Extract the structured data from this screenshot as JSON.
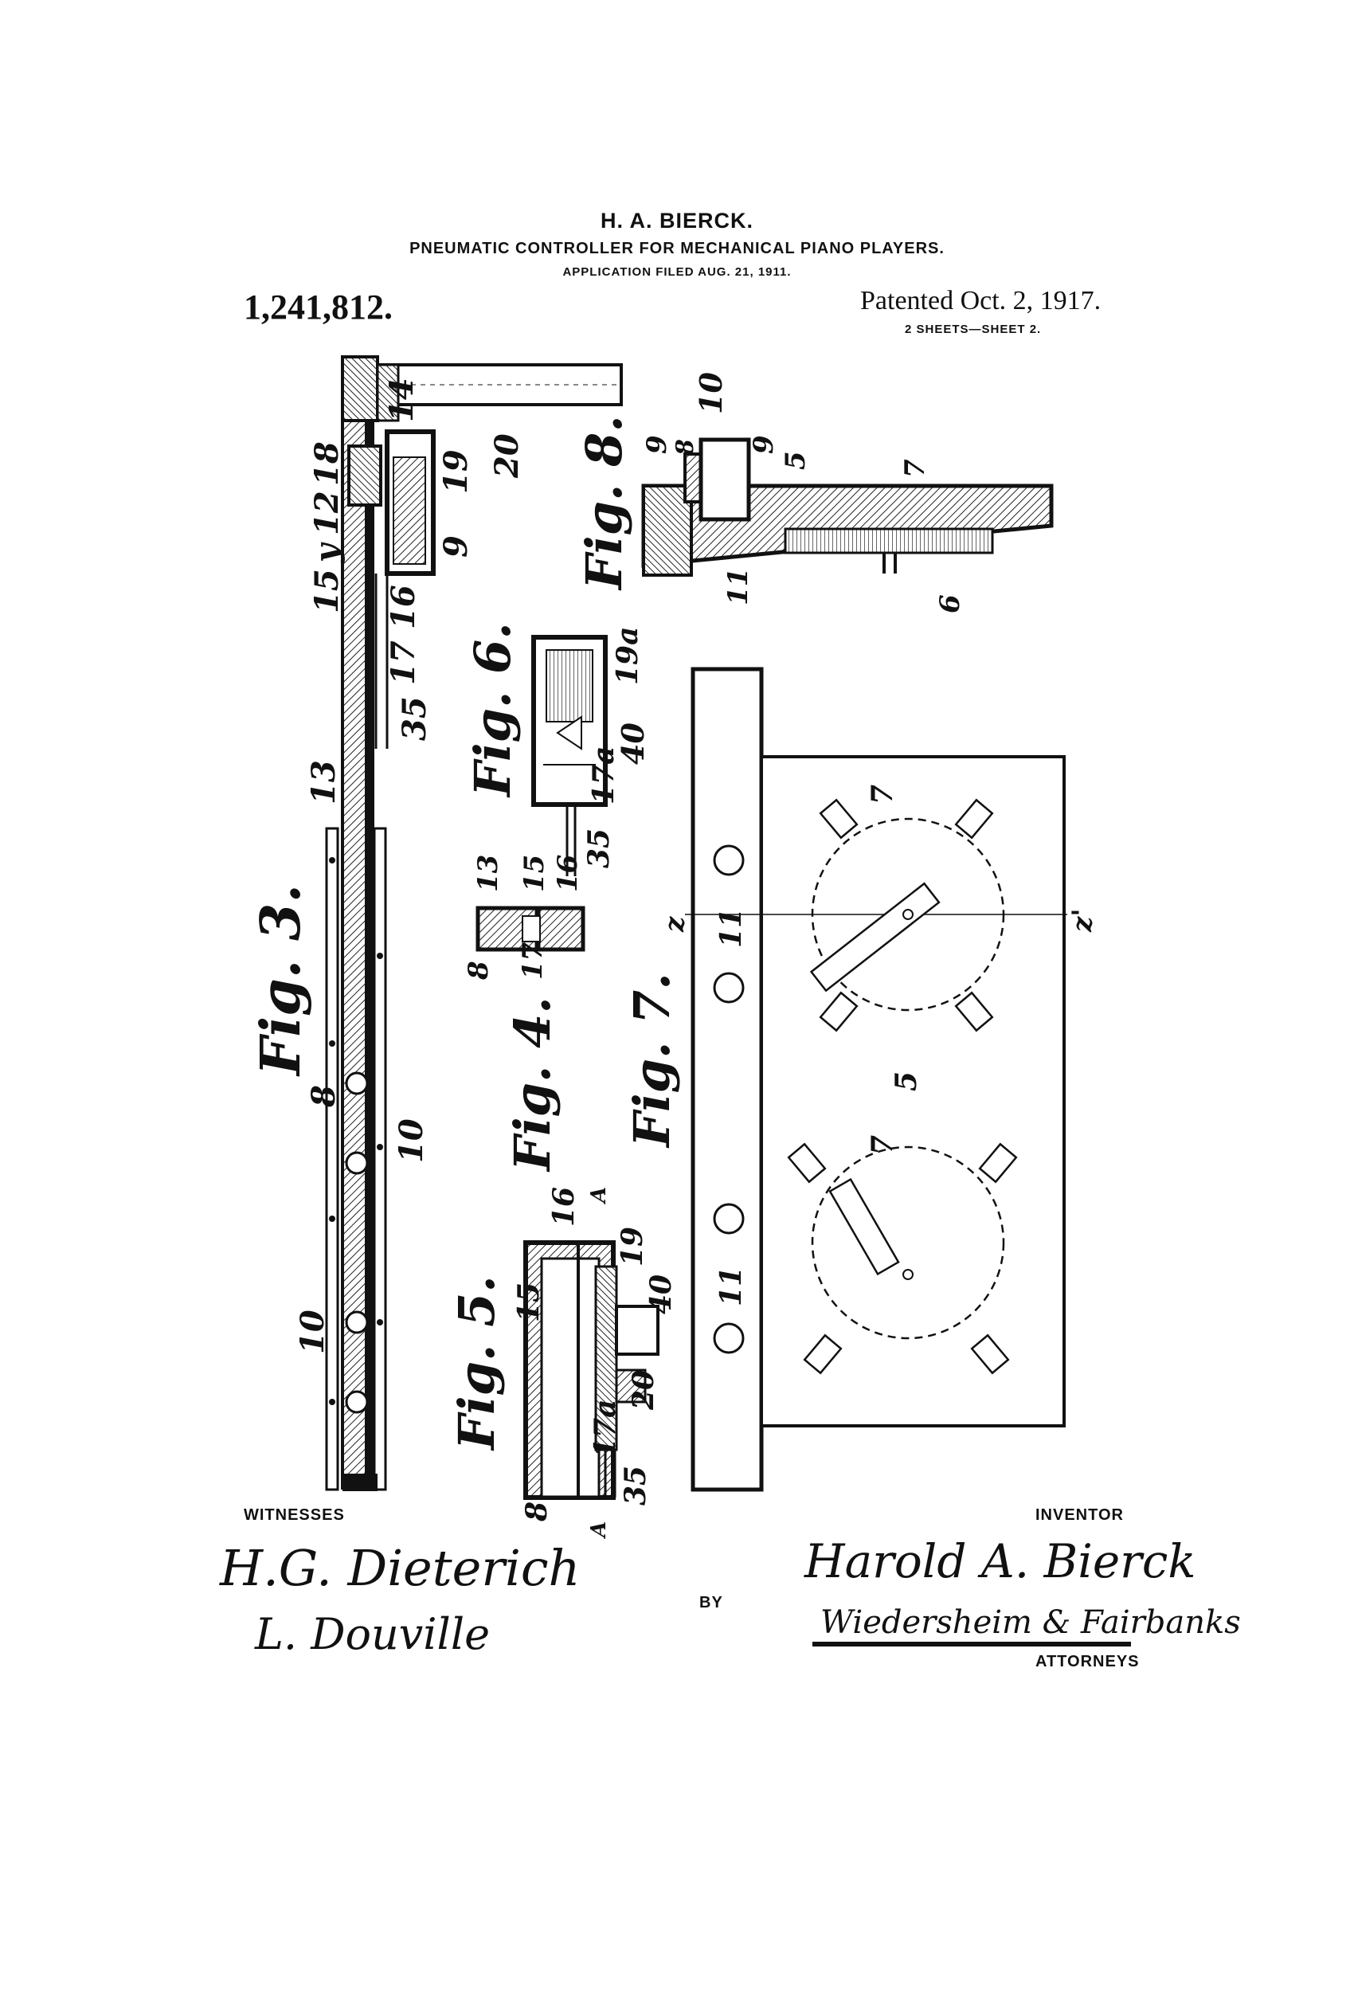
{
  "header": {
    "inventor_name": "H. A. BIERCK.",
    "title": "PNEUMATIC CONTROLLER FOR MECHANICAL PIANO PLAYERS.",
    "application": "APPLICATION FILED AUG. 21, 1911.",
    "patent_number": "1,241,812.",
    "patented": "Patented Oct. 2, 1917.",
    "sheets": "2 SHEETS—SHEET 2."
  },
  "figures": {
    "fig3": "Fig. 3.",
    "fig4": "Fig. 4.",
    "fig5": "Fig. 5.",
    "fig6": "Fig. 6.",
    "fig7": "Fig. 7.",
    "fig8": "Fig. 8."
  },
  "refs": {
    "fig3": [
      "14",
      "18",
      "12",
      "y",
      "15",
      "20",
      "19",
      "9",
      "16",
      "17",
      "35",
      "13",
      "8",
      "10",
      "10"
    ],
    "fig4": [
      "13",
      "15",
      "16",
      "8",
      "17"
    ],
    "fig5": [
      "16",
      "A",
      "15",
      "19",
      "40",
      "8",
      "20",
      "17a",
      "35",
      "A"
    ],
    "fig6": [
      "19a",
      "40",
      "35",
      "17a"
    ],
    "fig7": [
      "z",
      "z'",
      "11",
      "11",
      "7",
      "7",
      "5"
    ],
    "fig8": [
      "10",
      "8",
      "9",
      "9",
      "5",
      "7",
      "11",
      "6"
    ]
  },
  "footer": {
    "witnesses_label": "WITNESSES",
    "witness1": "H.G. Dieterich",
    "witness2": "L. Douville",
    "by_label": "BY",
    "inventor_label": "INVENTOR",
    "inventor_signature": "Harold A. Bierck",
    "attorneys_signature": "Wiedersheim & Fairbanks",
    "attorneys_label": "ATTORNEYS"
  }
}
